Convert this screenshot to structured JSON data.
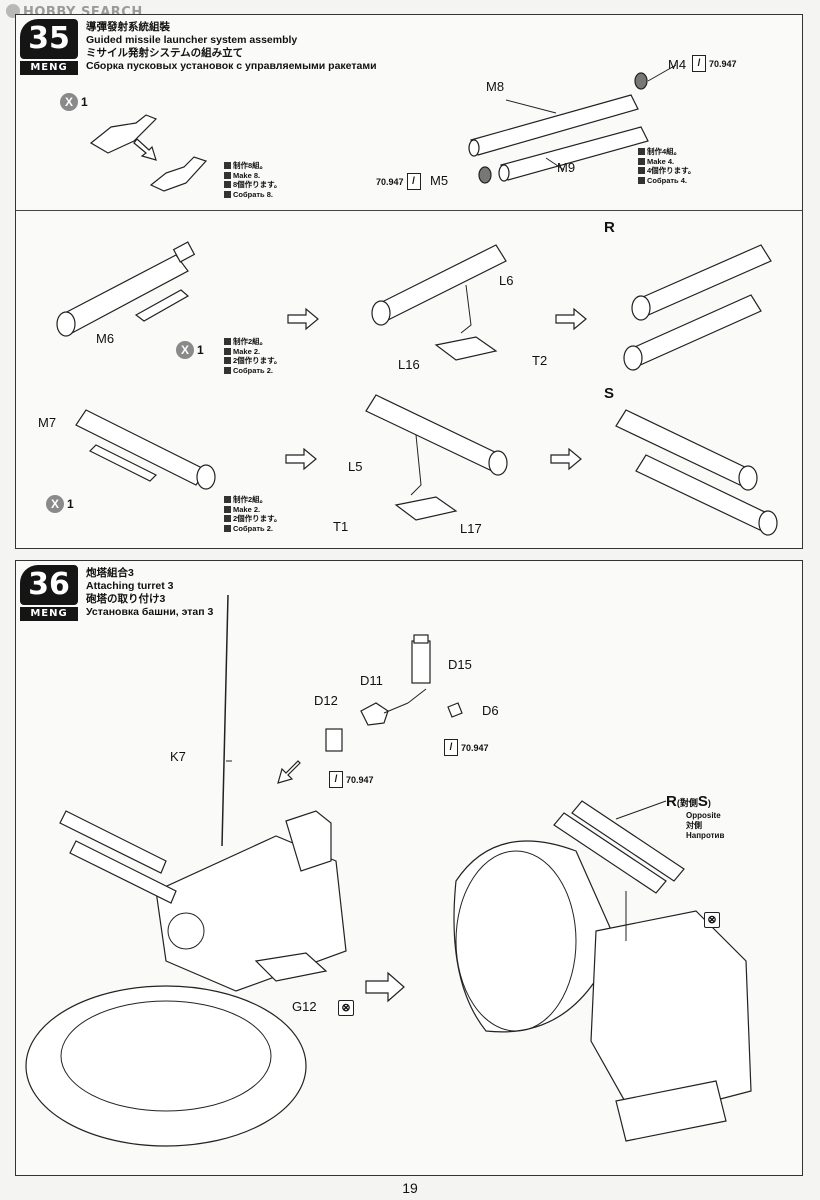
{
  "watermark": "HOBBY SEARCH",
  "page_number": "19",
  "step35": {
    "number": "35",
    "brand": "MENG",
    "title_cn": "導彈發射系統組裝",
    "title_en": "Guided missile launcher system assembly",
    "title_jp": "ミサイル発射システムの組み立て",
    "title_ru": "Сборка пусковых установок с управляемыми ракетами",
    "qty_x1": "X",
    "qty_one": "1",
    "make8": [
      "制作8組。",
      "Make 8.",
      "8個作ります。",
      "Собрать 8."
    ],
    "make4": [
      "制作4組。",
      "Make 4.",
      "4個作ります。",
      "Собрать 4."
    ],
    "make2": [
      "制作2組。",
      "Make 2.",
      "2個作ります。",
      "Собрать 2."
    ],
    "parts": {
      "M4": "M4",
      "M5": "M5",
      "M8": "M8",
      "M9": "M9",
      "M6": "M6",
      "M7": "M7",
      "L6": "L6",
      "L16": "L16",
      "T2": "T2",
      "L5": "L5",
      "L17": "L17",
      "T1": "T1",
      "R": "R",
      "S": "S"
    },
    "paint": "70.947"
  },
  "step36": {
    "number": "36",
    "brand": "MENG",
    "title_cn": "炮塔組合3",
    "title_en": "Attaching turret 3",
    "title_jp": "砲塔の取り付け3",
    "title_ru": "Установка башни, этап 3",
    "parts": {
      "D15": "D15",
      "D11": "D11",
      "D12": "D12",
      "D6": "D6",
      "K7": "K7",
      "G12": "G12",
      "R": "R",
      "S": "S",
      "paren_open": "(",
      "paren_close": ")",
      "opposite_cn": "對側"
    },
    "opposite": [
      "Opposite",
      "対側",
      "Напротив"
    ],
    "paint": "70.947"
  }
}
